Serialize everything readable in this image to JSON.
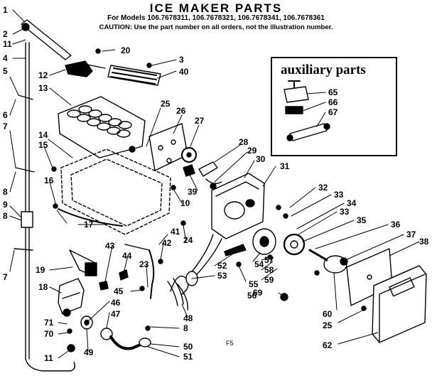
{
  "title": "ICE MAKER PARTS",
  "models_line": "For Models 106.7678311, 106.7678321, 106.7678341, 106.7678361",
  "caution_line": "CAUTION: Use the part number on all orders, not the illustration number.",
  "auxiliary_title": "auxiliary parts",
  "footer_mark": "F5",
  "callouts": [
    "1",
    "2",
    "11",
    "4",
    "5",
    "6",
    "7",
    "8",
    "9",
    "8",
    "7",
    "20",
    "3",
    "40",
    "12",
    "13",
    "25",
    "26",
    "27",
    "14",
    "15",
    "16",
    "28",
    "29",
    "30",
    "31",
    "39",
    "10",
    "17",
    "24",
    "41",
    "42",
    "43",
    "44",
    "23",
    "19",
    "18",
    "45",
    "46",
    "47",
    "71",
    "70",
    "11",
    "49",
    "48",
    "8",
    "50",
    "51",
    "52",
    "53",
    "54",
    "55",
    "56",
    "69",
    "57",
    "58",
    "59",
    "32",
    "33",
    "34",
    "33",
    "35",
    "36",
    "37",
    "38",
    "60",
    "25",
    "62",
    "65",
    "66",
    "67"
  ]
}
